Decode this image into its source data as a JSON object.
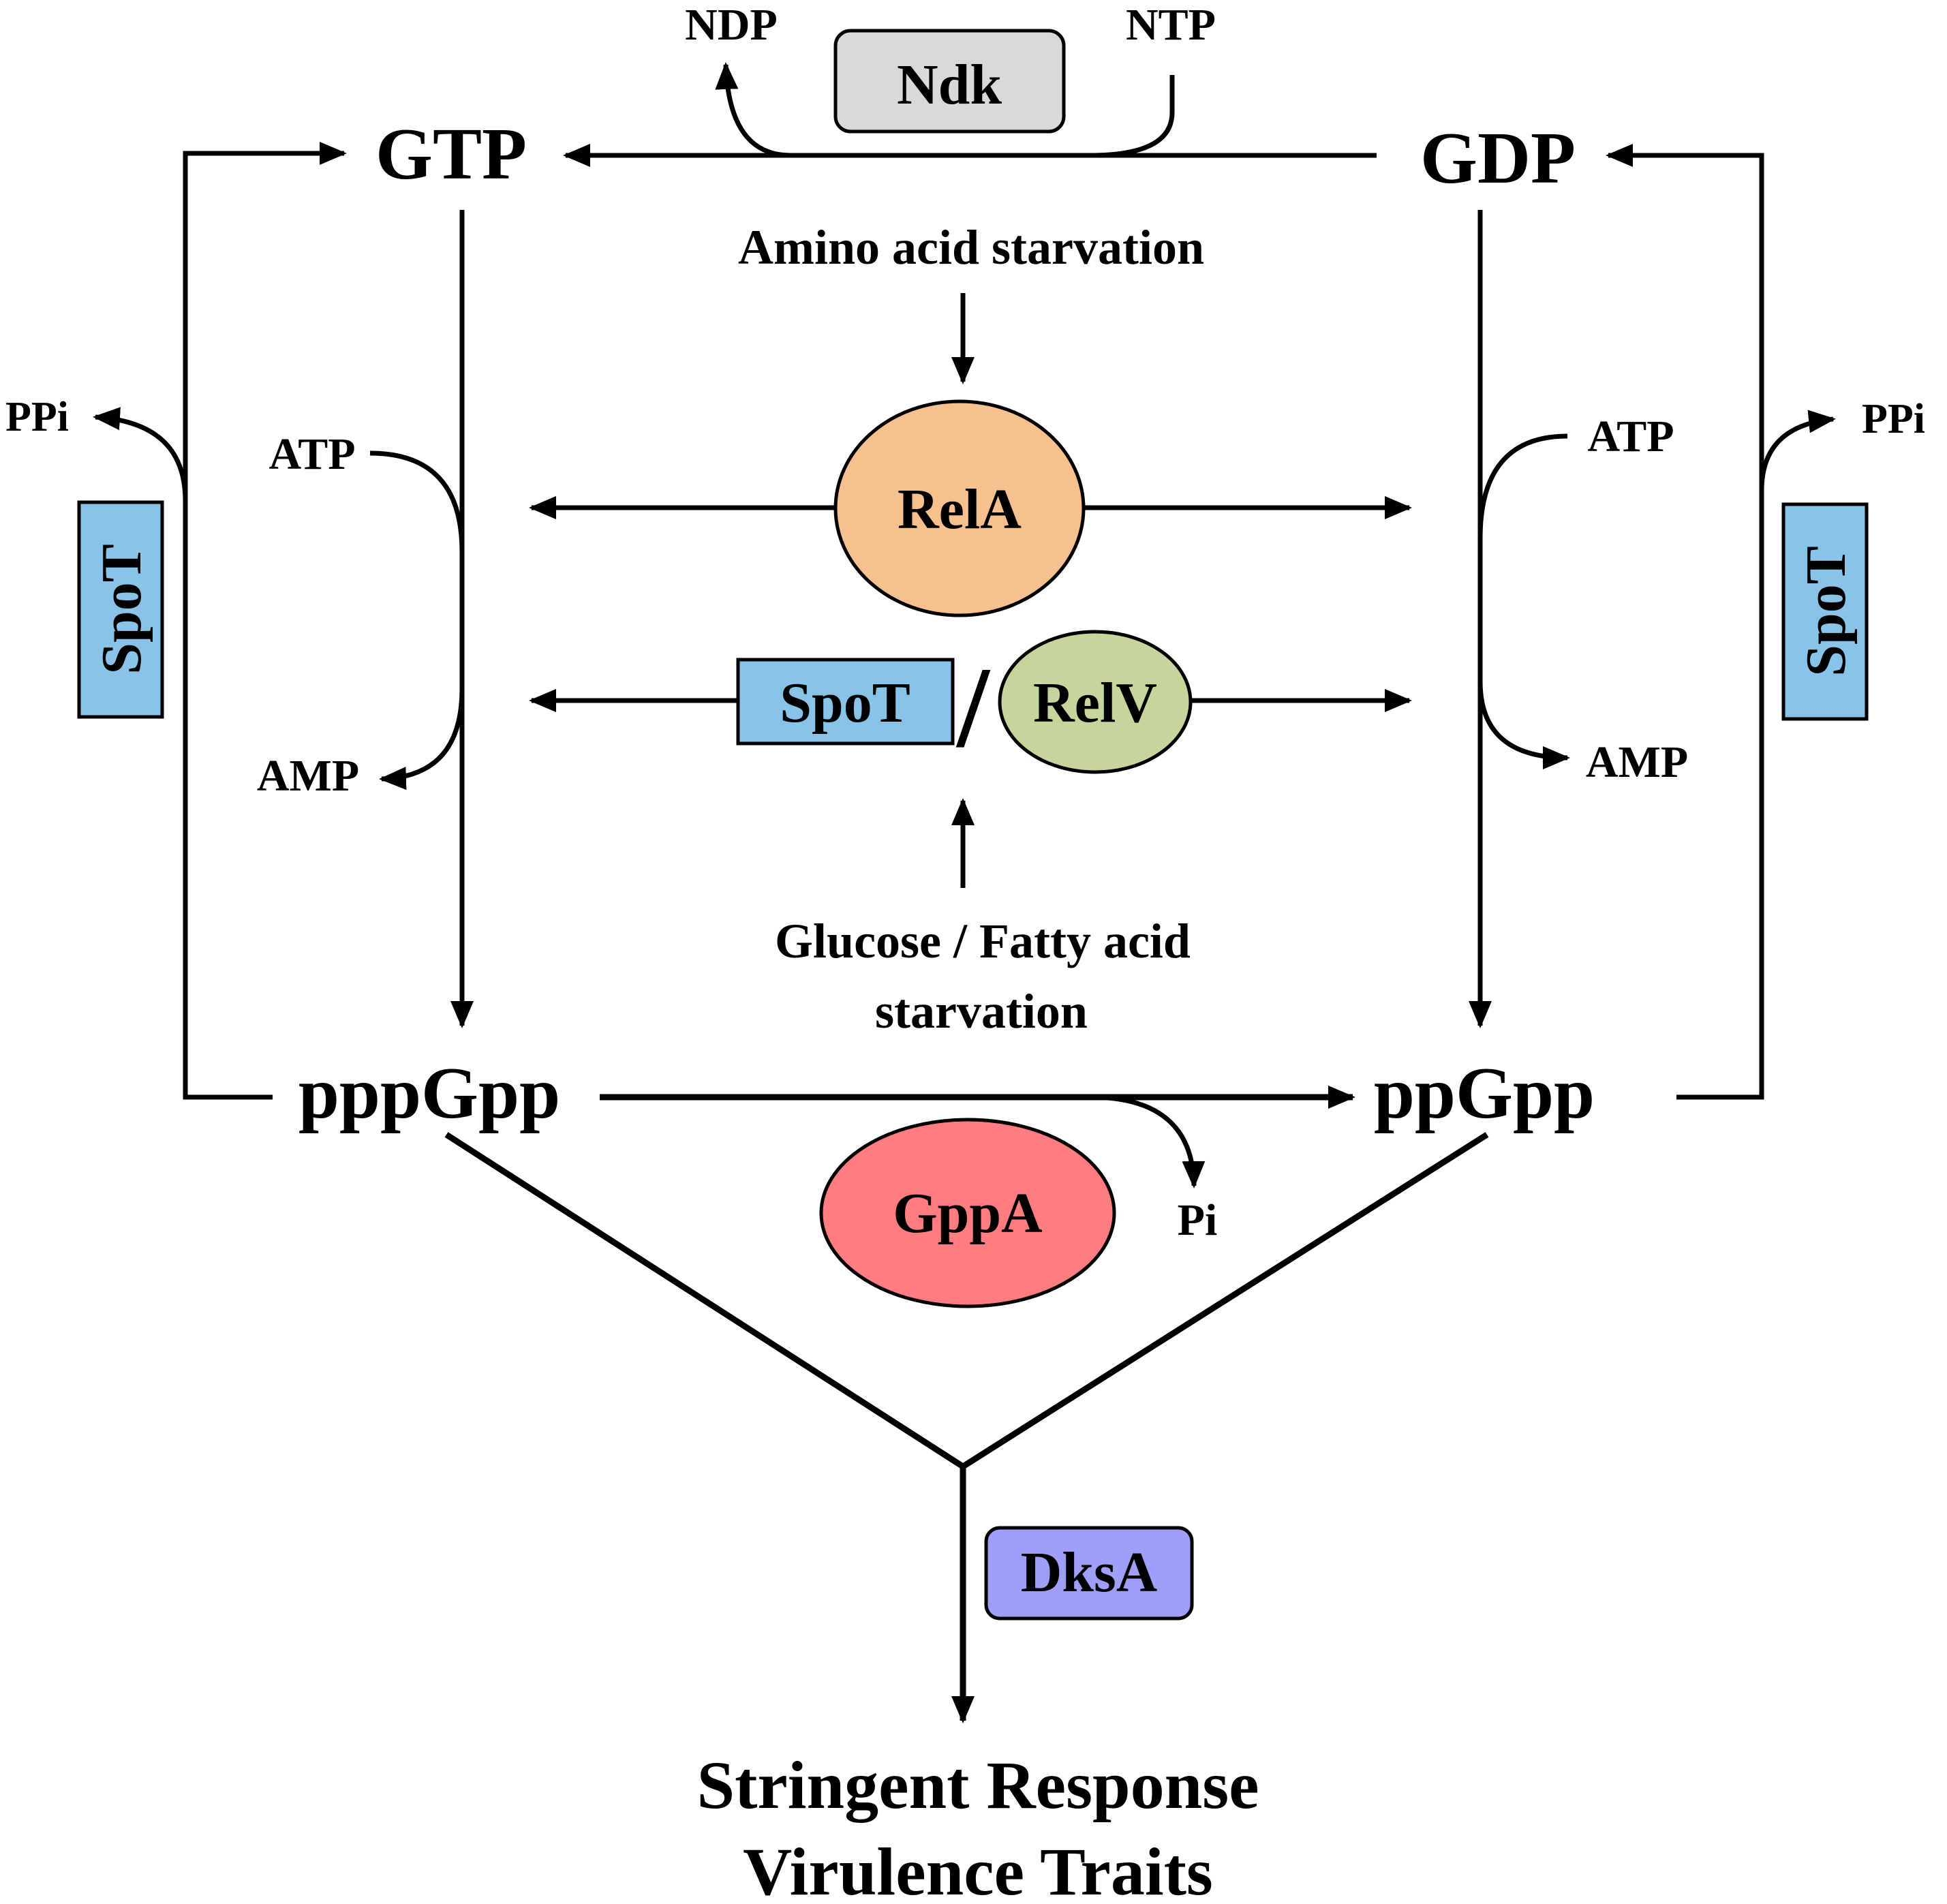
{
  "nodes": {
    "gtp": "GTP",
    "gdp": "GDP",
    "pppgpp": "pppGpp",
    "ppgpp": "ppGpp"
  },
  "enzymes": {
    "ndk": "Ndk",
    "rela": "RelA",
    "spot_center": "SpoT",
    "relv": "RelV",
    "gppa": "GppA",
    "dksa": "DksA",
    "spot_left": "SpoT",
    "spot_right": "SpoT",
    "separator": "/"
  },
  "molecules": {
    "ndp": "NDP",
    "ntp": "NTP",
    "ppi_left": "PPi",
    "ppi_right": "PPi",
    "atp_left": "ATP",
    "amp_left": "AMP",
    "atp_right": "ATP",
    "amp_right": "AMP",
    "pi": "Pi"
  },
  "conditions": {
    "amino_acid": "Amino acid starvation",
    "glucose_line1": "Glucose / Fatty acid",
    "glucose_line2": "starvation"
  },
  "outcome": {
    "line1": "Stringent Response",
    "line2": "Virulence Traits"
  },
  "colors": {
    "ndk": "#d9d9d9",
    "rela": "#f7c08f",
    "spot": "#89c4e8",
    "relv": "#c6d59b",
    "gppa": "#ff7c80",
    "dksa": "#9f9ff7"
  }
}
